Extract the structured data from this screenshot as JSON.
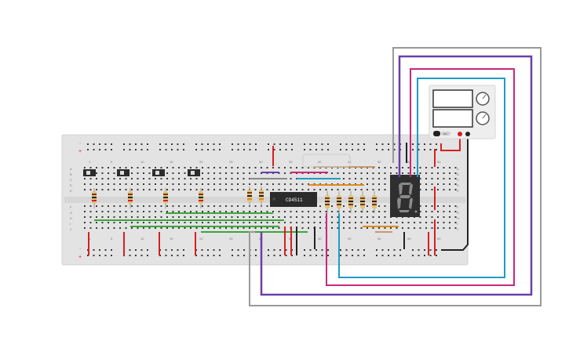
{
  "canvas": {
    "background": "#ffffff"
  },
  "breadboard": {
    "column_numbers": [
      "1",
      "5",
      "10",
      "15",
      "20",
      "25",
      "30",
      "35",
      "40",
      "45",
      "50",
      "55",
      "60"
    ],
    "row_letters_top": [
      "A",
      "B",
      "C",
      "D",
      "E"
    ],
    "row_letters_bottom": [
      "F",
      "G",
      "H",
      "I",
      "J"
    ],
    "rail_minus": "-",
    "rail_plus": "+"
  },
  "ic": {
    "label": "CD4511"
  },
  "power_supply": {
    "button_label": "ON",
    "display_1": "",
    "display_2": ""
  },
  "colors": {
    "red": "#d62020",
    "green": "#3aa63a",
    "purple": "#6a3fa8",
    "magenta": "#c8287c",
    "cyan": "#1f9bc7",
    "gray": "#888888",
    "black": "#222222",
    "orange": "#e08a1e",
    "blue": "#2a6fd6"
  }
}
